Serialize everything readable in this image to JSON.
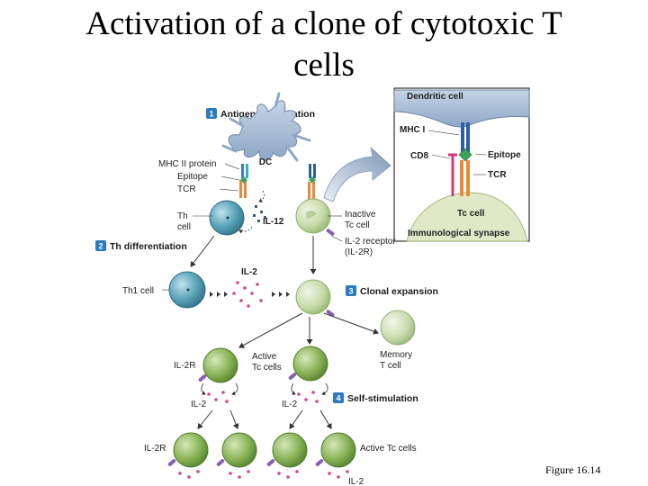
{
  "title": "Activation of a clone of cytotoxic T cells",
  "caption": "Figure 16.14",
  "steps": [
    {
      "num": "1",
      "label": "Antigen presentation"
    },
    {
      "num": "2",
      "label": "Th differentiation"
    },
    {
      "num": "3",
      "label": "Clonal expansion"
    },
    {
      "num": "4",
      "label": "Self-stimulation"
    }
  ],
  "labels": {
    "dc": "DC",
    "mhc2": "MHC II protein",
    "epitope": "Epitope",
    "tcr": "TCR",
    "th_cell_1": "Th",
    "th_cell_2": "cell",
    "il12": "IL-12",
    "inactive_1": "Inactive",
    "inactive_2": "Tc cell",
    "il2r_1": "IL-2 receptor",
    "il2r_2": "(IL-2R)",
    "il2_top": "IL-2",
    "th1": "Th1 cell",
    "memory_1": "Memory",
    "memory_2": "T cell",
    "il2r_left": "IL-2R",
    "active_1": "Active",
    "active_2": "Tc cells",
    "il2_left": "IL-2",
    "il2_mid": "IL-2",
    "il2r_bottom": "IL-2R",
    "active_bottom": "Active Tc cells",
    "il2_bottom": "IL-2"
  },
  "inset": {
    "dendritic": "Dendritic cell",
    "mhc1": "MHC I",
    "cd8": "CD8",
    "epitope": "Epitope",
    "tcr": "TCR",
    "tc": "Tc cell",
    "synapse": "Immunological synapse"
  },
  "colors": {
    "step_badge": "#2a7bbf",
    "dc_cell": "#a9bfd9",
    "th_cell": "#4e97ab",
    "tc_cell": "#b9d29a",
    "active_tc": "#7aa84a",
    "il2_dots": "#d2478f",
    "il12_dots": "#3a5a8a"
  }
}
